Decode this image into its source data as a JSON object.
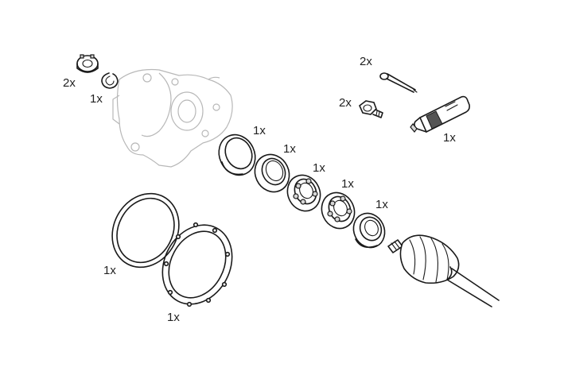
{
  "labels": {
    "nut_qty": "2x",
    "circlip_qty": "1x",
    "split_pin_qty": "2x",
    "bolt_qty": "2x",
    "grease_tube_qty": "1x",
    "seal_ring_1_qty": "1x",
    "seal_ring_2_qty": "1x",
    "bearing_1_qty": "1x",
    "bearing_2_qty": "1x",
    "bearing_3_qty": "1x",
    "large_gasket_qty": "1x",
    "flange_gasket_qty": "1x"
  }
}
